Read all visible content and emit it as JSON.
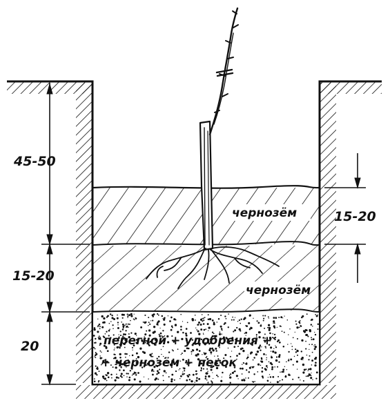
{
  "figure": {
    "depth_labels_left": [
      "45-50",
      "15-20",
      "20"
    ],
    "depth_label_right": "15-20",
    "layer_labels": {
      "top": "чернозём",
      "middle": "чернозём",
      "bottom_line1": "перегной + удобрения +",
      "bottom_line2": "+ чернозём + песок"
    }
  },
  "colors": {
    "ink": "#111111",
    "background": "#ffffff"
  }
}
